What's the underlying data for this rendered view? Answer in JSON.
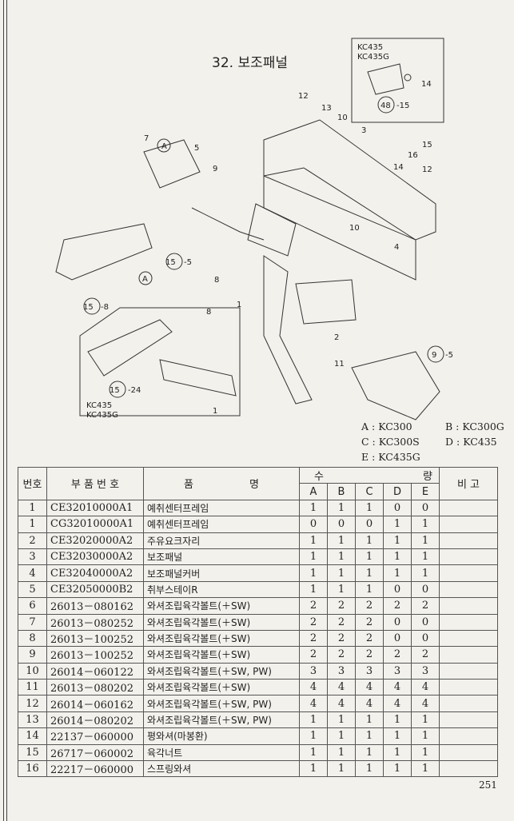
{
  "title": "32. 보조패널",
  "diagram": {
    "inset_top_models": [
      "KC435",
      "KC435G"
    ],
    "inset_bottom_models": [
      "KC435",
      "KC435G"
    ],
    "callouts": [
      "12",
      "13",
      "10",
      "3",
      "7",
      "A",
      "5",
      "9",
      "14",
      "48",
      "-15",
      "15",
      "16",
      "14",
      "12",
      "10",
      "4",
      "15",
      "-5",
      "A",
      "8",
      "15",
      "-8",
      "1",
      "2",
      "8",
      "11",
      "9",
      "-5",
      "15",
      "-24",
      "1"
    ]
  },
  "legend": [
    {
      "code": "A",
      "model": "KC300"
    },
    {
      "code": "B",
      "model": "KC300G"
    },
    {
      "code": "C",
      "model": "KC300S"
    },
    {
      "code": "D",
      "model": "KC435"
    },
    {
      "code": "E",
      "model": "KC435G"
    }
  ],
  "table": {
    "headers": {
      "no": "번호",
      "part_no": "부 품 번 호",
      "name_1": "품",
      "name_2": "명",
      "qty_1": "수",
      "qty_2": "량",
      "remark": "비 고",
      "cols": [
        "A",
        "B",
        "C",
        "D",
        "E"
      ]
    },
    "rows": [
      {
        "no": "1",
        "part_no": "CE32010000A1",
        "name": "예취센터프레임",
        "q": [
          "1",
          "1",
          "1",
          "0",
          "0"
        ]
      },
      {
        "no": "1",
        "part_no": "CG32010000A1",
        "name": "예취센터프레임",
        "q": [
          "0",
          "0",
          "0",
          "1",
          "1"
        ]
      },
      {
        "no": "2",
        "part_no": "CE32020000A2",
        "name": "주유요크자리",
        "q": [
          "1",
          "1",
          "1",
          "1",
          "1"
        ]
      },
      {
        "no": "3",
        "part_no": "CE32030000A2",
        "name": "보조패널",
        "q": [
          "1",
          "1",
          "1",
          "1",
          "1"
        ]
      },
      {
        "no": "4",
        "part_no": "CE32040000A2",
        "name": "보조패널커버",
        "q": [
          "1",
          "1",
          "1",
          "1",
          "1"
        ]
      },
      {
        "no": "5",
        "part_no": "CE32050000B2",
        "name": "취부스테이R",
        "q": [
          "1",
          "1",
          "1",
          "0",
          "0"
        ]
      },
      {
        "no": "6",
        "part_no": "26013－080162",
        "name": "와셔조립육각볼트(＋SW)",
        "q": [
          "2",
          "2",
          "2",
          "2",
          "2"
        ]
      },
      {
        "no": "7",
        "part_no": "26013－080252",
        "name": "와셔조립육각볼트(＋SW)",
        "q": [
          "2",
          "2",
          "2",
          "0",
          "0"
        ]
      },
      {
        "no": "8",
        "part_no": "26013－100252",
        "name": "와셔조립육각볼트(＋SW)",
        "q": [
          "2",
          "2",
          "2",
          "0",
          "0"
        ]
      },
      {
        "no": "9",
        "part_no": "26013－100252",
        "name": "와셔조립육각볼트(＋SW)",
        "q": [
          "2",
          "2",
          "2",
          "2",
          "2"
        ]
      },
      {
        "no": "10",
        "part_no": "26014－060122",
        "name": "와셔조립육각볼트(＋SW, PW)",
        "q": [
          "3",
          "3",
          "3",
          "3",
          "3"
        ]
      },
      {
        "no": "11",
        "part_no": "26013－080202",
        "name": "와셔조립육각볼트(＋SW)",
        "q": [
          "4",
          "4",
          "4",
          "4",
          "4"
        ]
      },
      {
        "no": "12",
        "part_no": "26014－060162",
        "name": "와셔조립육각볼트(＋SW, PW)",
        "q": [
          "4",
          "4",
          "4",
          "4",
          "4"
        ]
      },
      {
        "no": "13",
        "part_no": "26014－080202",
        "name": "와셔조립육각볼트(＋SW, PW)",
        "q": [
          "1",
          "1",
          "1",
          "1",
          "1"
        ]
      },
      {
        "no": "14",
        "part_no": "22137－060000",
        "name": "평와셔(마봉환)",
        "q": [
          "1",
          "1",
          "1",
          "1",
          "1"
        ]
      },
      {
        "no": "15",
        "part_no": "26717－060002",
        "name": "육각너트",
        "q": [
          "1",
          "1",
          "1",
          "1",
          "1"
        ]
      },
      {
        "no": "16",
        "part_no": "22217－060000",
        "name": "스프링와셔",
        "q": [
          "1",
          "1",
          "1",
          "1",
          "1"
        ]
      }
    ]
  },
  "page_number": "251"
}
